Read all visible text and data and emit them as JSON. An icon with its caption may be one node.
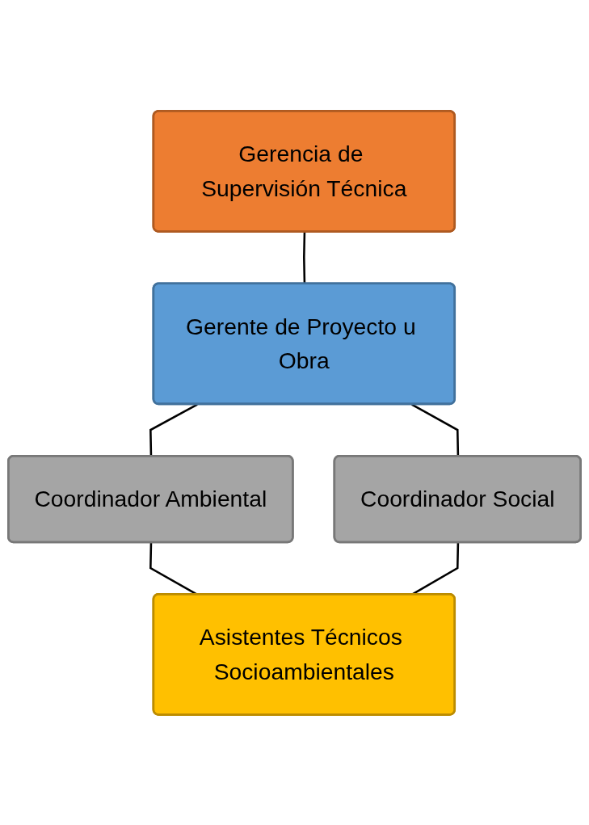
{
  "diagram": {
    "nodes": [
      {
        "text": [
          "Gerencia de Supervisión Técnica"
        ]
      },
      {
        "text": [
          "Gerente de Proyecto u Obra"
        ]
      },
      {
        "text": [
          "Coordinador Ambiental"
        ]
      },
      {
        "text": [
          "Coordinador Social"
        ]
      },
      {
        "text": [
          "Asistentes Técnicos Socioambientales"
        ]
      }
    ],
    "edges": [
      {
        "from": 0,
        "to": 1,
        "arrow": "none"
      },
      {
        "from": 1,
        "to": 2,
        "arrow": "none"
      },
      {
        "from": 1,
        "to": 3,
        "arrow": "none"
      },
      {
        "from": 2,
        "to": 4,
        "arrow": "none"
      },
      {
        "from": 3,
        "to": 4,
        "arrow": "none"
      }
    ]
  }
}
